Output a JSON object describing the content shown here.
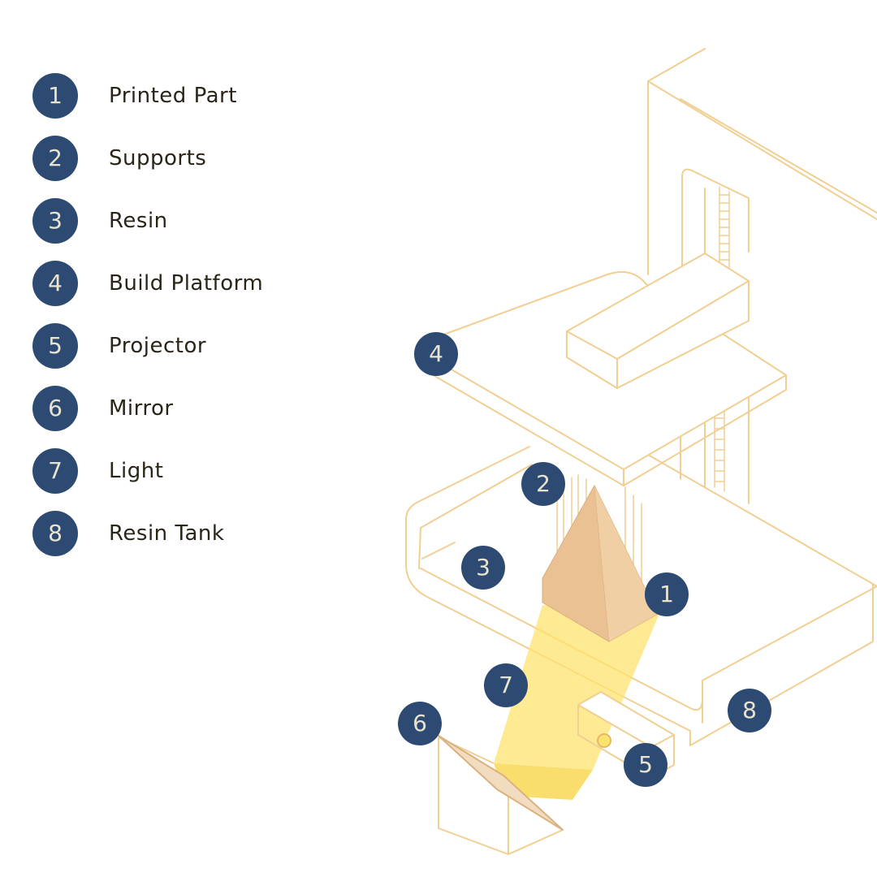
{
  "legend": {
    "items": [
      {
        "number": "1",
        "label": "Printed Part"
      },
      {
        "number": "2",
        "label": "Supports"
      },
      {
        "number": "3",
        "label": "Resin"
      },
      {
        "number": "4",
        "label": "Build Platform"
      },
      {
        "number": "5",
        "label": "Projector"
      },
      {
        "number": "6",
        "label": "Mirror"
      },
      {
        "number": "7",
        "label": "Light"
      },
      {
        "number": "8",
        "label": "Resin Tank"
      }
    ]
  },
  "callouts": {
    "part": "1",
    "supports": "2",
    "resin": "3",
    "platform": "4",
    "projector": "5",
    "mirror": "6",
    "light": "7",
    "tank": "8"
  },
  "colors": {
    "badge": "#2c4a72",
    "badge_text": "#e9e3cf",
    "line": "#f1cf93",
    "part_fill": "#e9c193",
    "light_fill": "#fde36e",
    "text": "#2b2418"
  }
}
